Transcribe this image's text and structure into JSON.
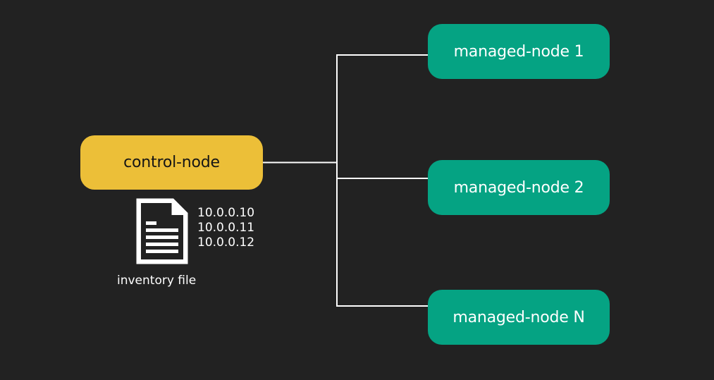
{
  "colors": {
    "background": "#222222",
    "control_node_fill": "#ecbf38",
    "managed_node_fill": "#05a383",
    "connector": "#ffffff"
  },
  "control_node": {
    "label": "control-node"
  },
  "managed_nodes": [
    {
      "label": "managed-node 1"
    },
    {
      "label": "managed-node 2"
    },
    {
      "label": "managed-node N"
    }
  ],
  "inventory": {
    "icon": "document-icon",
    "label": "inventory file",
    "entries": [
      "10.0.0.10",
      "10.0.0.11",
      "10.0.0.12"
    ]
  }
}
